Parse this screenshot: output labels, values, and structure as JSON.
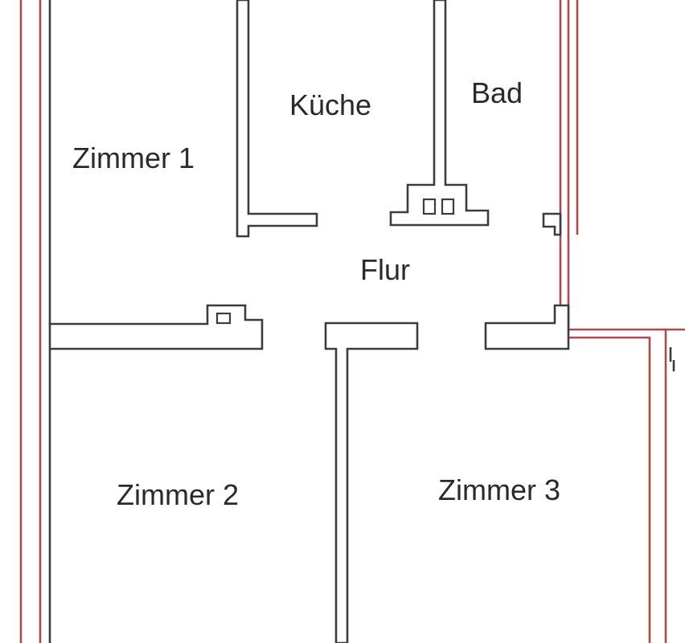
{
  "rooms": {
    "zimmer1": "Zimmer 1",
    "kueche": "Küche",
    "bad": "Bad",
    "flur": "Flur",
    "zimmer2": "Zimmer 2",
    "zimmer3": "Zimmer 3"
  },
  "colors": {
    "interior_wall": "#3c3c3c",
    "exterior_wall": "#b04848",
    "background": "#ffffff",
    "label": "#2a2a2a"
  }
}
